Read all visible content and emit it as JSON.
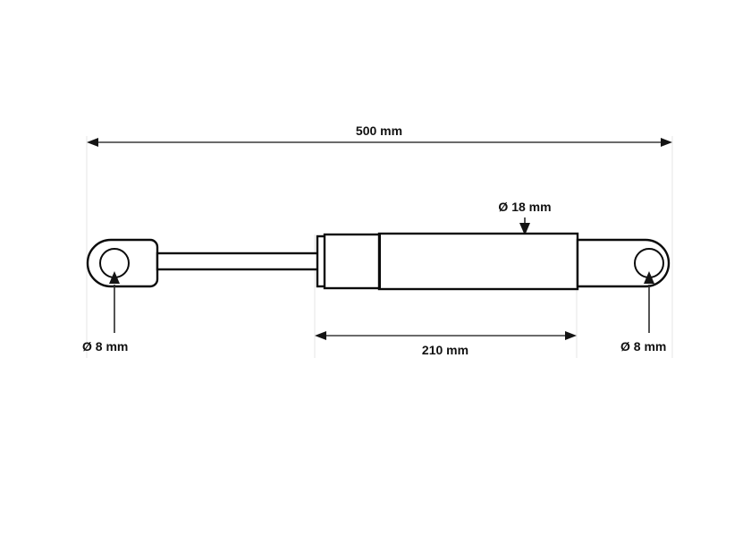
{
  "drawing": {
    "title": "Gas spring technical dimension drawing",
    "background_color": "#ffffff",
    "line_color": "#0b0b0b",
    "dimension_color": "#3a3a3a",
    "extension_color": "#e9e9e9"
  },
  "dimensions": {
    "overall_length": {
      "label": "500 mm",
      "value": 500,
      "unit": "mm",
      "type": "linear-double-arrow",
      "position": "top"
    },
    "body_length": {
      "label": "210 mm",
      "value": 210,
      "unit": "mm",
      "type": "linear-double-arrow",
      "position": "bottom-center"
    },
    "body_diameter": {
      "label": "Ø 18 mm",
      "value": 18,
      "unit": "mm",
      "type": "leader-arrow-down",
      "position": "above-cylinder"
    },
    "eyelet_left": {
      "label": "Ø 8 mm",
      "value": 8,
      "unit": "mm",
      "type": "leader-arrow-up",
      "position": "below-left-eye"
    },
    "eyelet_right": {
      "label": "Ø 8 mm",
      "value": 8,
      "unit": "mm",
      "type": "leader-arrow-up",
      "position": "below-right-eye"
    }
  },
  "parts": [
    {
      "name": "left-eyelet",
      "description": "Left mounting eyelet with 8 mm bore"
    },
    {
      "name": "piston-rod",
      "description": "Chromed piston rod"
    },
    {
      "name": "cylinder-collar",
      "description": "Rod seal collar"
    },
    {
      "name": "cylinder-body",
      "description": "Pressure cylinder, 18 mm diameter"
    },
    {
      "name": "right-eyelet",
      "description": "Right mounting eyelet with 8 mm bore"
    }
  ]
}
